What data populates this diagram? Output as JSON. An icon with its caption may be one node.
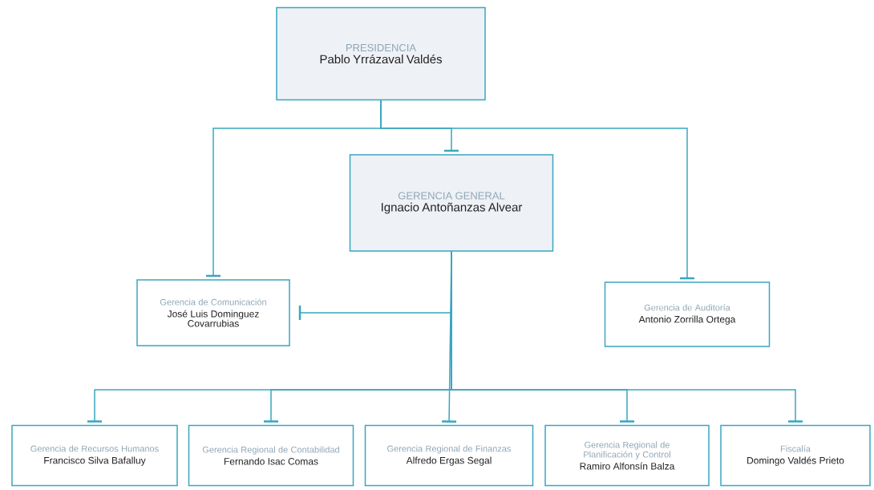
{
  "diagram": {
    "nodes": [
      {
        "text": [
          "PRESIDENCIA",
          "Pablo Yrrázaval Valdés"
        ]
      },
      {
        "text": [
          "GERENCIA GENERAL",
          "Ignacio Antoñanzas Alvear"
        ]
      },
      {
        "text": [
          "Gerencia de Comunicación",
          "José Luis Dominguez Covarrubias"
        ]
      },
      {
        "text": [
          "Gerencia de Auditoría",
          "Antonio Zorrilla Ortega"
        ]
      },
      {
        "text": [
          "Gerencia de Recursos Humanos",
          "Francisco Silva Bafalluy"
        ]
      },
      {
        "text": [
          "Gerencia Regional de Contabilidad",
          "Fernando Isac Comas"
        ]
      },
      {
        "text": [
          "Gerencia Regional de Finanzas",
          "Alfredo Ergas Segal"
        ]
      },
      {
        "text": [
          "Gerencia Regional de Planificación y Control",
          "Ramiro Alfonsín Balza"
        ]
      },
      {
        "text": [
          "Fiscalía",
          "Domingo Valdés Prieto"
        ]
      }
    ],
    "edges": [
      {
        "from": 0,
        "to": 1,
        "arrow": "other"
      },
      {
        "from": 0,
        "to": 2,
        "arrow": "other"
      },
      {
        "from": 0,
        "to": 3,
        "arrow": "other"
      },
      {
        "from": 1,
        "to": 2,
        "arrow": "other"
      },
      {
        "from": 1,
        "to": 4,
        "arrow": "other"
      },
      {
        "from": 1,
        "to": 5,
        "arrow": "other"
      },
      {
        "from": 1,
        "to": 6,
        "arrow": "other"
      },
      {
        "from": 1,
        "to": 7,
        "arrow": "other"
      },
      {
        "from": 1,
        "to": 8,
        "arrow": "other"
      }
    ]
  }
}
